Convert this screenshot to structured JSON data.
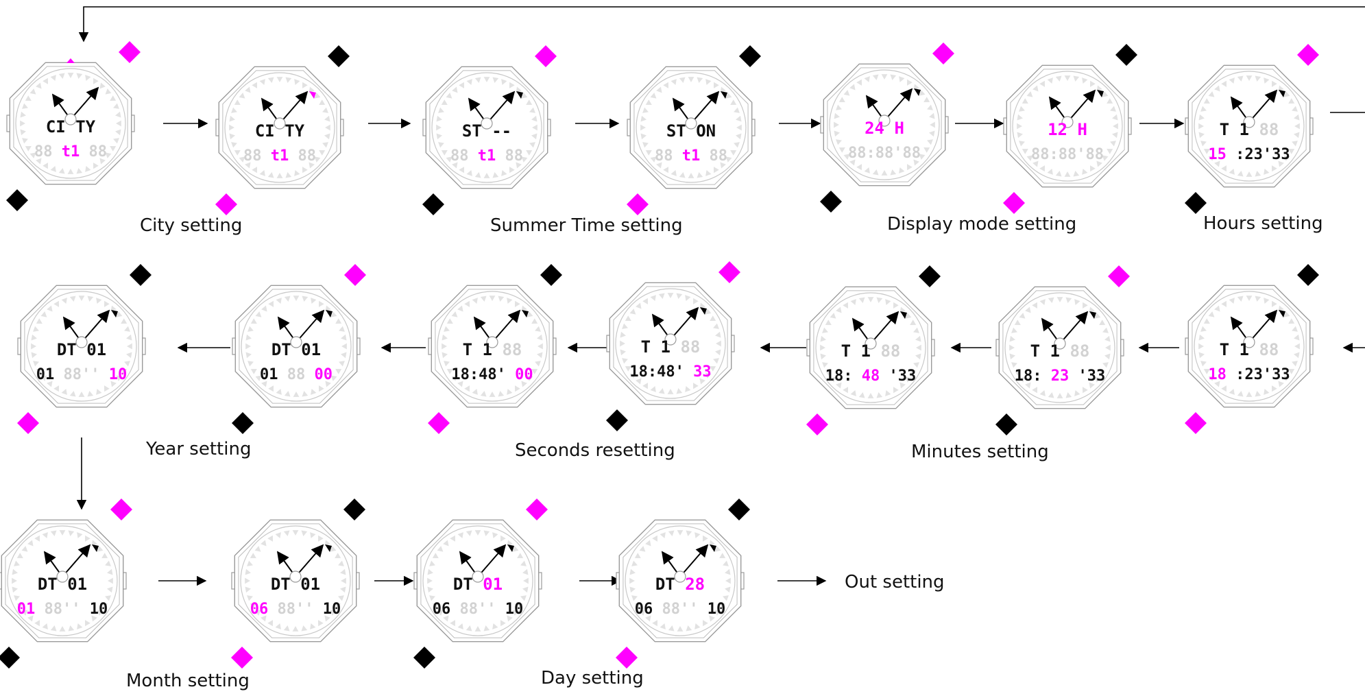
{
  "colors": {
    "accent": "#ff00ff",
    "ink": "#111111",
    "dim": "#d2d2d2",
    "ring": "#e2e2e2",
    "button_black": "#000000",
    "button_accent": "#ff00ff"
  },
  "captions": {
    "city": "City setting",
    "summer": "Summer Time setting",
    "display": "Display mode setting",
    "hours": "Hours setting",
    "year": "Year setting",
    "seconds": "Seconds resetting",
    "minutes": "Minutes setting",
    "month": "Month setting",
    "day": "Day setting",
    "out": "Out setting"
  },
  "watches": [
    {
      "id": "city-1",
      "l1": [
        {
          "t": "CI",
          "c": "ink"
        },
        {
          "t": "TY",
          "c": "ink"
        }
      ],
      "l2": [
        {
          "t": "88",
          "c": "dim"
        },
        {
          "t": "t1",
          "c": "accent"
        },
        {
          "t": "88",
          "c": "dim"
        }
      ],
      "top": "accent",
      "bottom": "black",
      "marker": "top"
    },
    {
      "id": "city-2",
      "l1": [
        {
          "t": "CI",
          "c": "ink"
        },
        {
          "t": "TY",
          "c": "ink"
        }
      ],
      "l2": [
        {
          "t": "88",
          "c": "dim"
        },
        {
          "t": "t1",
          "c": "accent"
        },
        {
          "t": "88",
          "c": "dim"
        }
      ],
      "top": "black",
      "bottom": "accent",
      "marker": "tr-accent"
    },
    {
      "id": "summer-1",
      "l1": [
        {
          "t": "ST",
          "c": "ink"
        },
        {
          "t": "--",
          "c": "ink"
        }
      ],
      "l2": [
        {
          "t": "88",
          "c": "dim"
        },
        {
          "t": "t1",
          "c": "accent"
        },
        {
          "t": "88",
          "c": "dim"
        }
      ],
      "top": "accent",
      "bottom": "black",
      "marker": "tr"
    },
    {
      "id": "summer-2",
      "l1": [
        {
          "t": "ST",
          "c": "ink"
        },
        {
          "t": "ON",
          "c": "ink"
        }
      ],
      "l2": [
        {
          "t": "88",
          "c": "dim"
        },
        {
          "t": "t1",
          "c": "accent"
        },
        {
          "t": "88",
          "c": "dim"
        }
      ],
      "top": "black",
      "bottom": "accent",
      "marker": "tr"
    },
    {
      "id": "display-1",
      "l1": [
        {
          "t": "24",
          "c": "accent"
        },
        {
          "t": "H",
          "c": "accent"
        }
      ],
      "l2": [
        {
          "t": "88:88'88",
          "c": "dim"
        }
      ],
      "top": "accent",
      "bottom": "black",
      "marker": "tr"
    },
    {
      "id": "display-2",
      "l1": [
        {
          "t": "12",
          "c": "accent"
        },
        {
          "t": "H",
          "c": "accent"
        }
      ],
      "l2": [
        {
          "t": "88:88'88",
          "c": "dim"
        }
      ],
      "top": "black",
      "bottom": "accent",
      "marker": "tr"
    },
    {
      "id": "hours-1",
      "l1": [
        {
          "t": "T 1",
          "c": "ink"
        },
        {
          "t": "88",
          "c": "dim"
        }
      ],
      "l2": [
        {
          "t": "15",
          "c": "accent"
        },
        {
          "t": ":23'33",
          "c": "ink"
        }
      ],
      "top": "accent",
      "bottom": "black",
      "marker": "tr"
    },
    {
      "id": "hours-2",
      "l1": [
        {
          "t": "T 1",
          "c": "ink"
        },
        {
          "t": "88",
          "c": "dim"
        }
      ],
      "l2": [
        {
          "t": "18",
          "c": "accent"
        },
        {
          "t": ":23'33",
          "c": "ink"
        }
      ],
      "top": "black",
      "bottom": "accent",
      "marker": "tr"
    },
    {
      "id": "minutes-1",
      "l1": [
        {
          "t": "T 1",
          "c": "ink"
        },
        {
          "t": "88",
          "c": "dim"
        }
      ],
      "l2": [
        {
          "t": "18:",
          "c": "ink"
        },
        {
          "t": "23",
          "c": "accent"
        },
        {
          "t": "'33",
          "c": "ink"
        }
      ],
      "top": "accent",
      "bottom": "black",
      "marker": "tr"
    },
    {
      "id": "minutes-2",
      "l1": [
        {
          "t": "T 1",
          "c": "ink"
        },
        {
          "t": "88",
          "c": "dim"
        }
      ],
      "l2": [
        {
          "t": "18:",
          "c": "ink"
        },
        {
          "t": "48",
          "c": "accent"
        },
        {
          "t": "'33",
          "c": "ink"
        }
      ],
      "top": "black",
      "bottom": "accent",
      "marker": "tr"
    },
    {
      "id": "seconds-1",
      "l1": [
        {
          "t": "T 1",
          "c": "ink"
        },
        {
          "t": "88",
          "c": "dim"
        }
      ],
      "l2": [
        {
          "t": "18:48'",
          "c": "ink"
        },
        {
          "t": "33",
          "c": "accent"
        }
      ],
      "top": "accent",
      "bottom": "black",
      "marker": "tr"
    },
    {
      "id": "seconds-2",
      "l1": [
        {
          "t": "T 1",
          "c": "ink"
        },
        {
          "t": "88",
          "c": "dim"
        }
      ],
      "l2": [
        {
          "t": "18:48'",
          "c": "ink"
        },
        {
          "t": "00",
          "c": "accent"
        }
      ],
      "top": "black",
      "bottom": "accent",
      "marker": "tr"
    },
    {
      "id": "year-1",
      "l1": [
        {
          "t": "DT",
          "c": "ink"
        },
        {
          "t": "01",
          "c": "ink"
        }
      ],
      "l2": [
        {
          "t": "01",
          "c": "ink"
        },
        {
          "t": "88",
          "c": "dim"
        },
        {
          "t": "00",
          "c": "accent"
        }
      ],
      "top": "accent",
      "bottom": "black",
      "marker": "tr"
    },
    {
      "id": "year-2",
      "l1": [
        {
          "t": "DT",
          "c": "ink"
        },
        {
          "t": "01",
          "c": "ink"
        }
      ],
      "l2": [
        {
          "t": "01",
          "c": "ink"
        },
        {
          "t": "88''",
          "c": "dim"
        },
        {
          "t": "10",
          "c": "accent"
        }
      ],
      "top": "black",
      "bottom": "accent",
      "marker": "tr"
    },
    {
      "id": "month-1",
      "l1": [
        {
          "t": "DT",
          "c": "ink"
        },
        {
          "t": "01",
          "c": "ink"
        }
      ],
      "l2": [
        {
          "t": "01",
          "c": "accent"
        },
        {
          "t": "88''",
          "c": "dim"
        },
        {
          "t": "10",
          "c": "ink"
        }
      ],
      "top": "accent",
      "bottom": "black",
      "marker": "tr"
    },
    {
      "id": "month-2",
      "l1": [
        {
          "t": "DT",
          "c": "ink"
        },
        {
          "t": "01",
          "c": "ink"
        }
      ],
      "l2": [
        {
          "t": "06",
          "c": "accent"
        },
        {
          "t": "88''",
          "c": "dim"
        },
        {
          "t": "10",
          "c": "ink"
        }
      ],
      "top": "black",
      "bottom": "accent",
      "marker": "tr"
    },
    {
      "id": "day-1",
      "l1": [
        {
          "t": "DT",
          "c": "ink"
        },
        {
          "t": "01",
          "c": "accent"
        }
      ],
      "l2": [
        {
          "t": "06",
          "c": "ink"
        },
        {
          "t": "88''",
          "c": "dim"
        },
        {
          "t": "10",
          "c": "ink"
        }
      ],
      "top": "accent",
      "bottom": "black",
      "marker": "tr"
    },
    {
      "id": "day-2",
      "l1": [
        {
          "t": "DT",
          "c": "ink"
        },
        {
          "t": "28",
          "c": "accent"
        }
      ],
      "l2": [
        {
          "t": "06",
          "c": "ink"
        },
        {
          "t": "88''",
          "c": "dim"
        },
        {
          "t": "10",
          "c": "ink"
        }
      ],
      "top": "black",
      "bottom": "accent",
      "marker": "tr"
    }
  ]
}
